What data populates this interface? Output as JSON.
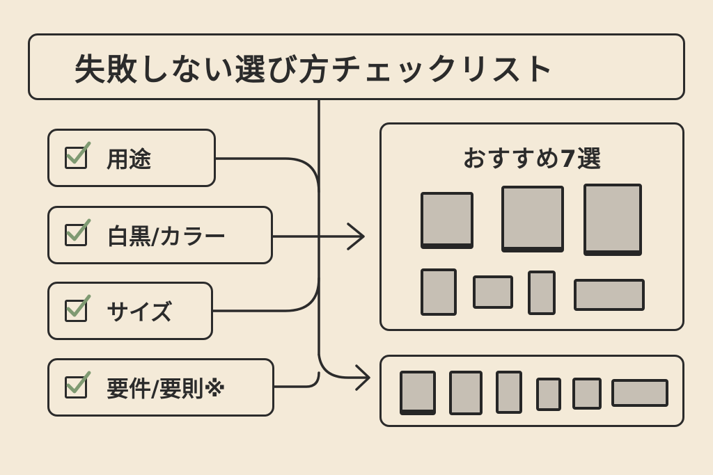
{
  "title": "失敗しない選び方チェックリスト",
  "checklist": [
    {
      "label": "用途"
    },
    {
      "label": "白黒/カラー"
    },
    {
      "label": "サイズ"
    },
    {
      "label": "要件/要則※"
    }
  ],
  "recommend": {
    "title": "おすすめ7選"
  },
  "colors": {
    "background": "#f4ead8",
    "line": "#2b2b2b",
    "check": "#7f9a72",
    "device_screen": "#c6bfb4"
  },
  "icons": [
    "checkbox-checked-icon",
    "arrow-right-icon",
    "tablet-icon"
  ]
}
